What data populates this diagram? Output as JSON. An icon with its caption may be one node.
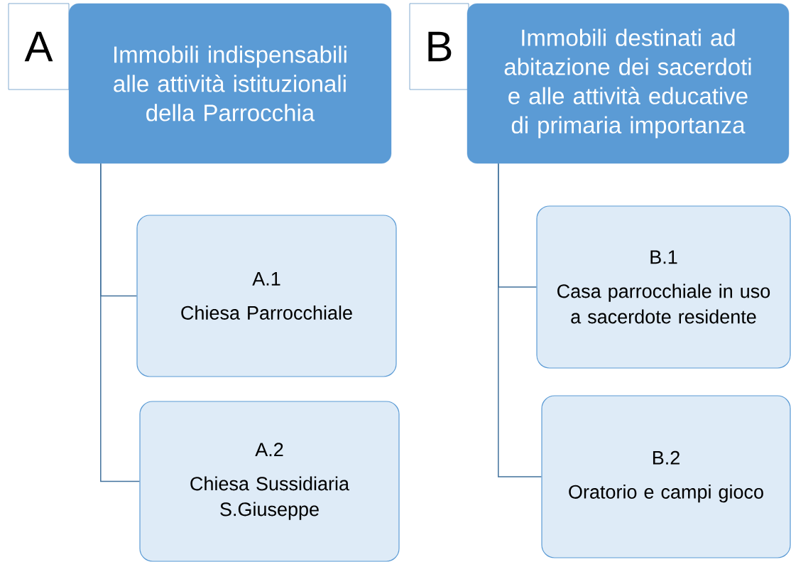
{
  "diagram": {
    "nodes": [
      {
        "text": [
          "A"
        ]
      },
      {
        "text": [
          "Immobili indispensabili alle attività istituzionali della Parrocchia"
        ]
      },
      {
        "text": [
          "A.1",
          "Chiesa Parrocchiale"
        ]
      },
      {
        "text": [
          "A.2",
          "Chiesa Sussidiaria S.Giuseppe"
        ]
      },
      {
        "text": [
          "B"
        ]
      },
      {
        "text": [
          "Immobili destinati ad abitazione dei sacerdoti e alle attività educative di primaria importanza"
        ]
      },
      {
        "text": [
          "B.1",
          "Casa parrocchiale in uso a sacerdote residente"
        ]
      },
      {
        "text": [
          "B.2",
          "Oratorio e campi gioco"
        ]
      }
    ],
    "edges": [
      {
        "from": 1,
        "to": 2,
        "arrow": "none"
      },
      {
        "from": 1,
        "to": 3,
        "arrow": "none"
      },
      {
        "from": 5,
        "to": 6,
        "arrow": "none"
      },
      {
        "from": 5,
        "to": 7,
        "arrow": "none"
      }
    ]
  }
}
